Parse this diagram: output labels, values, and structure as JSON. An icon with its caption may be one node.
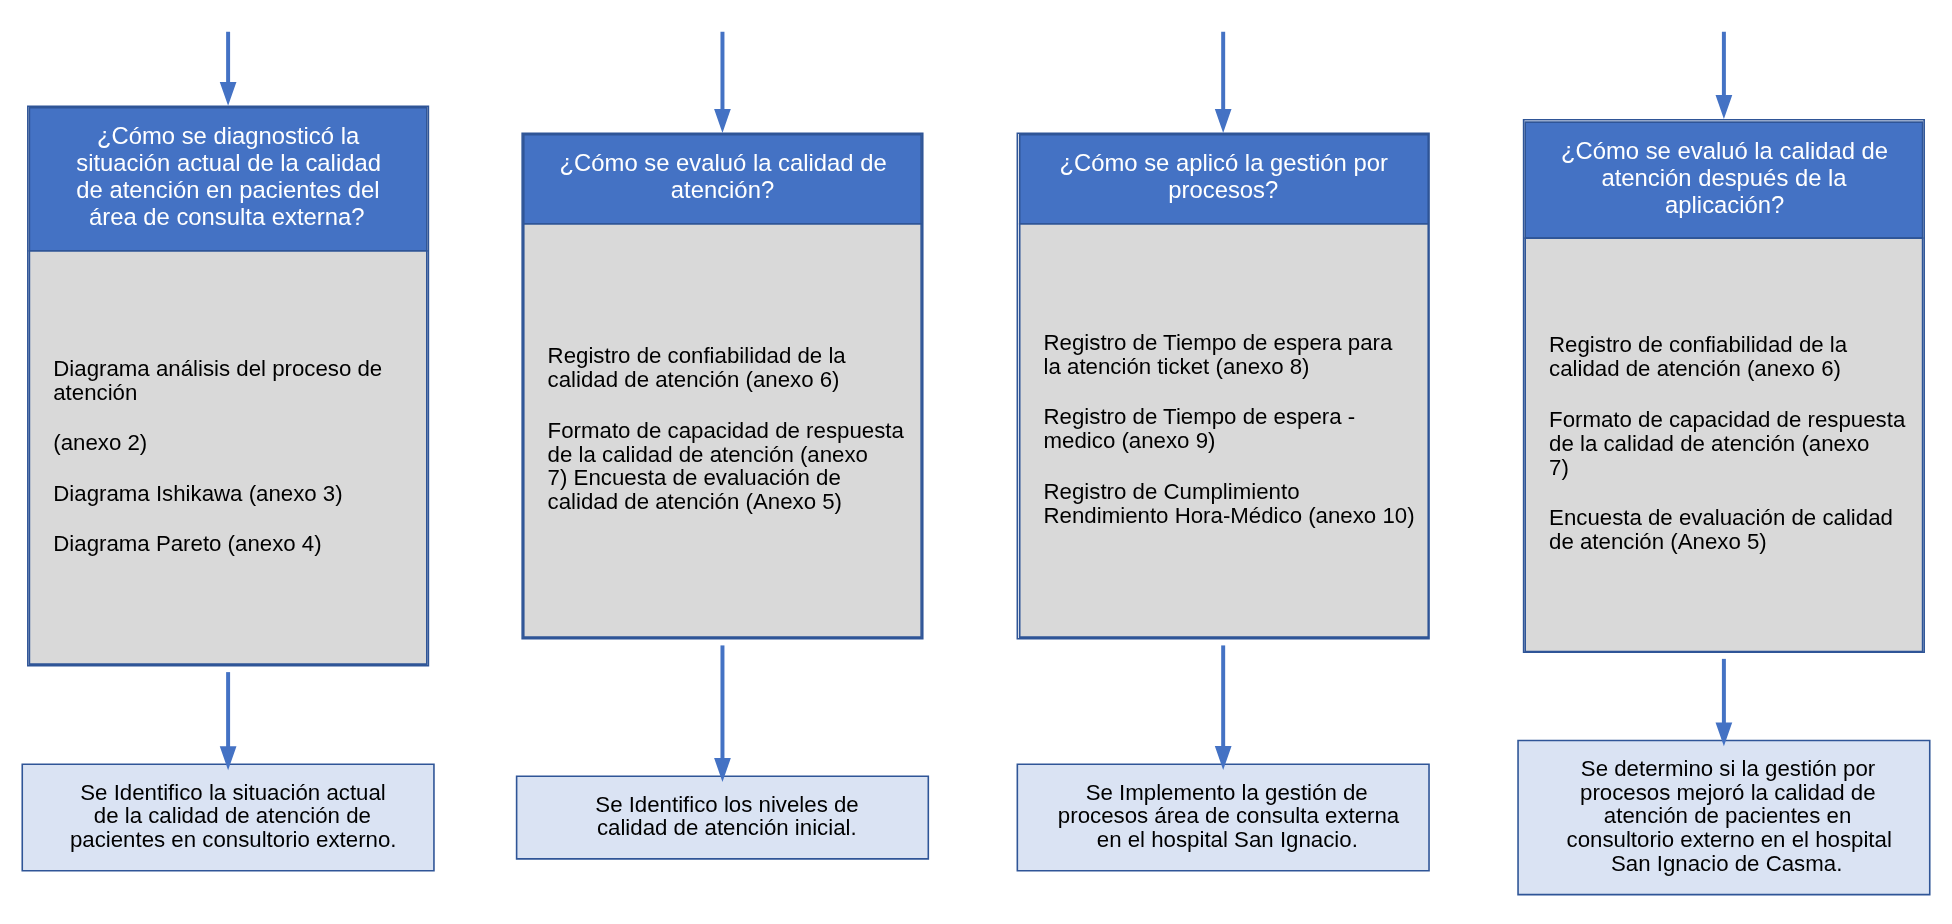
{
  "diagram": {
    "nodes": [
      {
        "text": [
          "¿Cómo se diagnosticó la situación actual de la calidad de atención en pacientes del área de consulta externa?",
          "Diagrama análisis del proceso de atención",
          "(anexo 2)",
          "Diagrama Ishikawa (anexo 3)",
          "Diagrama Pareto (anexo 4)"
        ]
      },
      {
        "text": [
          "¿Cómo se evaluó la calidad de atención?",
          "Registro de confiabilidad de la calidad de atención (anexo 6)",
          "Formato de capacidad de respuesta de la calidad de atención (anexo 7) Encuesta de evaluación de calidad de atención (Anexo 5)"
        ]
      },
      {
        "text": [
          "¿Cómo se aplicó la gestión por procesos?",
          "Registro de Tiempo de espera para la atención ticket (anexo 8)",
          "Registro de Tiempo de espera - medico (anexo 9)",
          "Registro de Cumplimiento Rendimiento Hora-Médico (anexo 10)"
        ]
      },
      {
        "text": [
          "¿Cómo se evaluó la calidad de atención después de la aplicación?",
          "Registro de confiabilidad de la calidad de atención (anexo 6)",
          "Formato de capacidad de respuesta de la calidad de atención (anexo 7)",
          "Encuesta de evaluación de calidad de atención (Anexo 5)"
        ]
      },
      {
        "text": [
          "Se Identifico la situación actual de la calidad de atención de pacientes en consultorio externo."
        ]
      },
      {
        "text": [
          "Se Identifico los niveles de calidad de atención inicial."
        ]
      },
      {
        "text": [
          "Se Implemento la gestión de procesos área de consulta externa en el hospital San Ignacio."
        ]
      },
      {
        "text": [
          "Se determino si la gestión por procesos mejoró la calidad de atención de pacientes en consultorio externo en el hospital San Ignacio de Casma."
        ]
      }
    ],
    "edges": [
      {
        "from": null,
        "to": 0,
        "arrow": "to"
      },
      {
        "from": null,
        "to": 1,
        "arrow": "to"
      },
      {
        "from": null,
        "to": 2,
        "arrow": "to"
      },
      {
        "from": null,
        "to": 3,
        "arrow": "to"
      },
      {
        "from": 0,
        "to": 4,
        "arrow": "to"
      },
      {
        "from": 1,
        "to": 5,
        "arrow": "to"
      },
      {
        "from": 2,
        "to": 6,
        "arrow": "to"
      },
      {
        "from": 3,
        "to": 7,
        "arrow": "to"
      }
    ]
  }
}
